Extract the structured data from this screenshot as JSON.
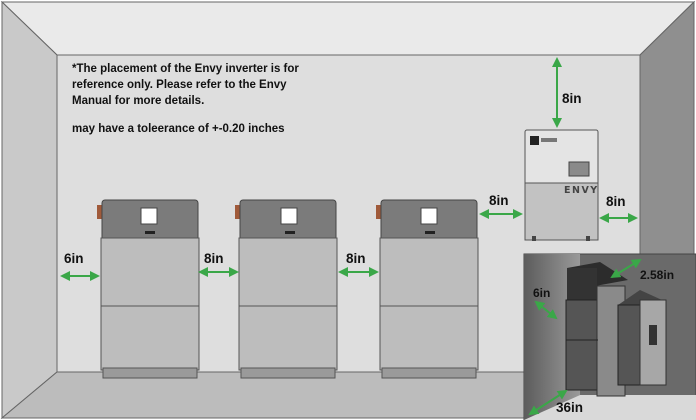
{
  "notes": {
    "placement": "*The placement of the Envy inverter is for\nreference only. Please refer to the Envy\nManual for more details.",
    "tolerance": "may have a toleerance of +-0.20 inches"
  },
  "inverter": {
    "brand": "ENVY"
  },
  "dimensions": {
    "left_wall": "6in",
    "gap_1": "8in",
    "gap_2": "8in",
    "battery_to_inverter": "8in",
    "inverter_right": "8in",
    "inverter_top": "8in"
  },
  "inset": {
    "side": "6in",
    "top_depth": "2.58in",
    "floor": "36in"
  },
  "colors": {
    "arrow": "#3aa748",
    "wall_back": "#dedede",
    "wall_side": "#8f8f8f",
    "floor": "#bcbcbc",
    "battery_top": "#7b7b7b",
    "battery_body": "#bdbdbd"
  }
}
